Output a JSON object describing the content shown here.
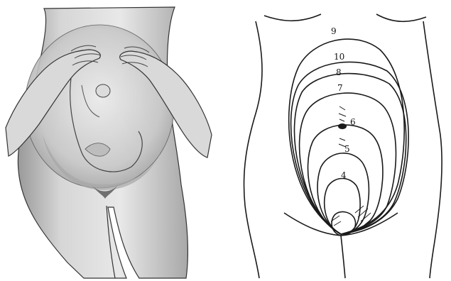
{
  "figure": {
    "left_panel": {
      "icon": "abdominal-palpation-illustration"
    },
    "right_panel": {
      "icon": "fundal-height-diagram",
      "month_labels": [
        "9",
        "10",
        "8",
        "7",
        "6",
        "5",
        "4"
      ]
    },
    "colors": {
      "ink": "#1a1a1a",
      "skin_shade": "#d9d9d9",
      "skin_mid": "#bdbdbd",
      "dark_shade": "#8a8a8a"
    }
  }
}
